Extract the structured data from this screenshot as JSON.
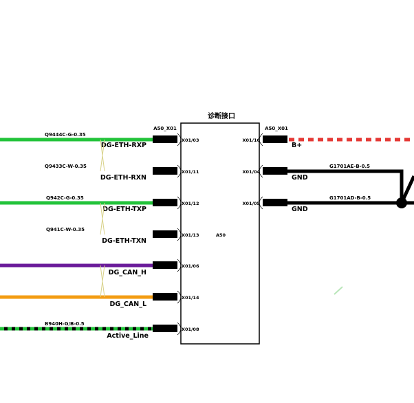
{
  "title": "诊断接口",
  "module_label": "A50",
  "connector_left_label": "A50_X01",
  "connector_right_label": "A50_X01",
  "left_pins": [
    {
      "pin": "X01/03",
      "signal": "DG-ETH-RXP",
      "wire": "Q9444C-G-0.35",
      "color": "#22c33a",
      "dashed": false
    },
    {
      "pin": "X01/11",
      "signal": "DG-ETH-RXN",
      "wire": "Q9433C-W-0.35",
      "color": "",
      "dashed": false
    },
    {
      "pin": "X01/12",
      "signal": "DG-ETH-TXP",
      "wire": "Q942C-G-0.35",
      "color": "#22c33a",
      "dashed": false
    },
    {
      "pin": "X01/13",
      "signal": "DG-ETH-TXN",
      "wire": "Q941C-W-0.35",
      "color": "",
      "dashed": false
    },
    {
      "pin": "X01/06",
      "signal": "DG_CAN_H",
      "wire": "",
      "color": "#6a1b9a",
      "dashed": false
    },
    {
      "pin": "X01/14",
      "signal": "DG_CAN_L",
      "wire": "",
      "color": "#f39c12",
      "dashed": false
    },
    {
      "pin": "X01/08",
      "signal": "Active_Line",
      "wire": "B940H-G/B-0.5",
      "color": "#22c33a",
      "dashed": true
    }
  ],
  "right_pins": [
    {
      "pin": "X01/16",
      "signal": "B+",
      "wire": "",
      "color": "#e53935",
      "dashed": true
    },
    {
      "pin": "X01/04",
      "signal": "GND",
      "wire": "G1701AE-B-0.5",
      "color": "#000000",
      "dashed": false
    },
    {
      "pin": "X01/05",
      "signal": "GND",
      "wire": "G1701AD-B-0.5",
      "color": "#000000",
      "dashed": false
    }
  ],
  "colors": {
    "green": "#22c33a",
    "purple": "#6a1b9a",
    "orange": "#f39c12",
    "red": "#e53935",
    "black": "#000000",
    "twist": "#d8d28a"
  }
}
